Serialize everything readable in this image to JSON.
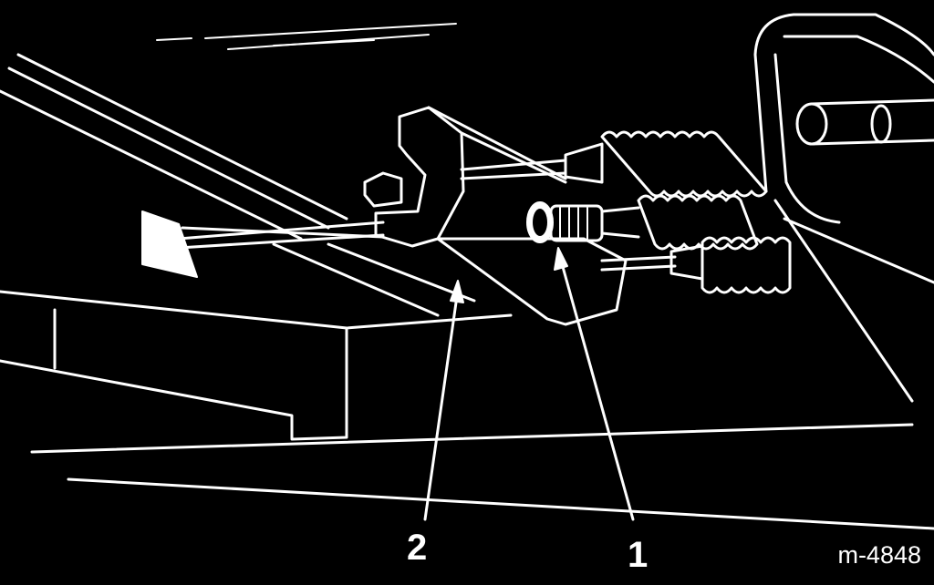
{
  "callouts": [
    {
      "label": "2"
    },
    {
      "label": "1"
    }
  ],
  "figure_code": "m-4848",
  "colors": {
    "background": "#000000",
    "lines": "#ffffff"
  }
}
